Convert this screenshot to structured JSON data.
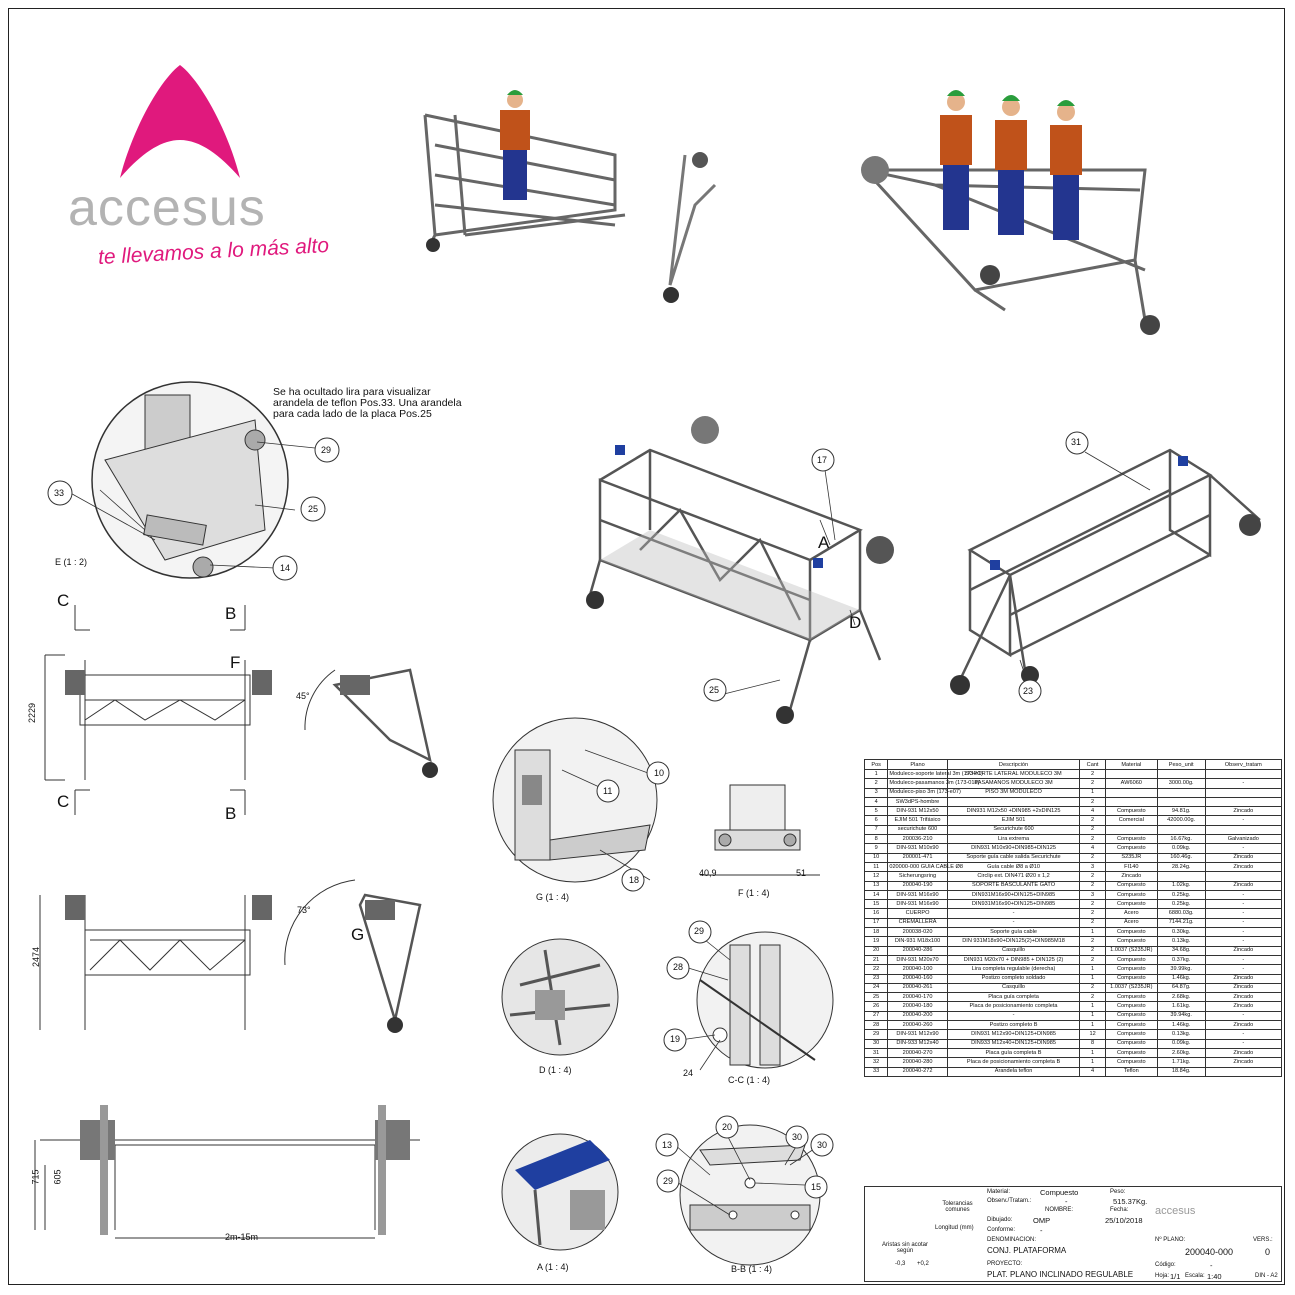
{
  "brand": {
    "name": "accesus",
    "slogan": "te llevamos a lo más alto",
    "pink": "#e0197d",
    "grey": "#b3b3b3"
  },
  "note": "Se ha ocultado lira para visualizar\narandela de teflon Pos.33. Una arandela\npara cada lado de la placa Pos.25",
  "views": {
    "e": "E (1 : 2)",
    "g": "G (1 : 4)",
    "f": "F (1 : 4)",
    "d": "D (1 : 4)",
    "cc": "C-C (1 : 4)",
    "a": "A (1 : 4)",
    "bb": "B-B (1 : 4)"
  },
  "section_marks": {
    "c": "C",
    "b": "B",
    "f": "F",
    "g": "G",
    "a": "A",
    "d": "D"
  },
  "dims": {
    "h1": "2229",
    "h2": "2474",
    "ang1": "45°",
    "ang2": "73°",
    "d715": "715",
    "d605": "605",
    "span": "2m-15m",
    "f_left": "40,9",
    "f_right": "51"
  },
  "balloons": {
    "b29": "29",
    "b25": "25",
    "b14": "14",
    "b33": "33",
    "b17": "17",
    "b31": "31",
    "b23": "23",
    "b25b": "25",
    "b10": "10",
    "b11": "11",
    "b18": "18",
    "b29c": "29",
    "b28": "28",
    "b19": "19",
    "b24": "24",
    "b13": "13",
    "b20": "20",
    "b30a": "30",
    "b30b": "30",
    "b29d": "29",
    "b15": "15"
  },
  "bom": {
    "headers": [
      "Pos",
      "Plano",
      "Descripción",
      "Cant",
      "Material",
      "Peso_unit",
      "Observ_tratam"
    ],
    "rows": [
      [
        "1",
        "Moduleco-soporte lateral 3m (173-e1)",
        "SOPORTE LATERAL MODULECO 3M",
        "2",
        "",
        "",
        ""
      ],
      [
        "2",
        "Moduleco-pasamanos 3m (173-018)",
        "PASAMANOS MODULECO 3M",
        "2",
        "AW6060",
        "3000.00g.",
        "-"
      ],
      [
        "3",
        "Moduleco-piso 3m (173-e07)",
        "PISO 3M MODULECO",
        "1",
        "",
        "",
        ""
      ],
      [
        "4",
        "SW3dPS-hombre",
        "",
        "2",
        "",
        "",
        ""
      ],
      [
        "5",
        "DIN-931 M12x50",
        "DIN931 M12x50 +DIN985 +2xDIN125",
        "4",
        "Compuesto",
        "94.81g.",
        "Zincado"
      ],
      [
        "6",
        "EJIM 501 Trifásico",
        "EJIM 501",
        "2",
        "Comercial",
        "42000.00g.",
        "-"
      ],
      [
        "7",
        "securichute 600",
        "Securichute 600",
        "2",
        "",
        "",
        ""
      ],
      [
        "8",
        "200036-210",
        "Lira extrema",
        "2",
        "Compuesto",
        "16.67kg.",
        "Galvanizado"
      ],
      [
        "9",
        "DIN-931 M10x90",
        "DIN931 M10x90+DIN985+DIN125",
        "4",
        "Compuesto",
        "0.09kg.",
        "-"
      ],
      [
        "10",
        "200001-471",
        "Soporte guía cable salida Securichute",
        "2",
        "S235JR",
        "160.46g.",
        "Zincado"
      ],
      [
        "11",
        "020000-000 GUIA CABLE Ø8",
        "Guía cable Ø8 a Ø10",
        "3",
        "FI140",
        "28.24g.",
        "Zincado"
      ],
      [
        "12",
        "Sicherungsring",
        "Circlip ext. DIN471 Ø20 x 1,2",
        "2",
        "Zincado",
        "",
        ""
      ],
      [
        "13",
        "200040-190",
        "SOPORTE BASCULANTE GATO",
        "2",
        "Compuesto",
        "1.02kg.",
        "Zincado"
      ],
      [
        "14",
        "DIN-931 M16x90",
        "DIN931M16x90+DIN125+DIN985",
        "3",
        "Compuesto",
        "0.25kg.",
        "-"
      ],
      [
        "15",
        "DIN-931 M16x90",
        "DIN931M16x90+DIN125+DIN985",
        "2",
        "Compuesto",
        "0.25kg.",
        "-"
      ],
      [
        "16",
        "CUERPO",
        "-",
        "2",
        "Acero",
        "6880.03g.",
        "-"
      ],
      [
        "17",
        "CREMALLERA",
        "-",
        "2",
        "Acero",
        "7144.21g.",
        "-"
      ],
      [
        "18",
        "200038-020",
        "Soporte guía cable",
        "1",
        "Compuesto",
        "0.30kg.",
        "-"
      ],
      [
        "19",
        "DIN-931 M18x100",
        "DIN 931M18x90+DIN125(2)+DIN985M18",
        "2",
        "Compuesto",
        "0.13kg.",
        "-"
      ],
      [
        "20",
        "200040-286",
        "Casquillo",
        "2",
        "1.0037 (S235JR)",
        "34.68g.",
        "Zincado"
      ],
      [
        "21",
        "DIN-931 M20x70",
        "DIN931 M20x70 + DIN985 + DIN125 (2)",
        "2",
        "Compuesto",
        "0.37kg.",
        "-"
      ],
      [
        "22",
        "200040-100",
        "Lira completa regulable (derecha)",
        "1",
        "Compuesto",
        "39.99kg.",
        "-"
      ],
      [
        "23",
        "200040-160",
        "Postizo completo soldado",
        "1",
        "Compuesto",
        "1.46kg.",
        "Zincado"
      ],
      [
        "24",
        "200040-261",
        "Casquillo",
        "2",
        "1.0037 (S235JR)",
        "64.87g.",
        "Zincado"
      ],
      [
        "25",
        "200040-170",
        "Placa guía completa",
        "2",
        "Compuesto",
        "2.68kg.",
        "Zincado"
      ],
      [
        "26",
        "200040-180",
        "Placa de posicionamiento completa",
        "1",
        "Compuesto",
        "1.61kg.",
        "Zincado"
      ],
      [
        "27",
        "200040-200",
        "-",
        "1",
        "Compuesto",
        "39.94kg.",
        "-"
      ],
      [
        "28",
        "200040-260",
        "Postizo completo B",
        "1",
        "Compuesto",
        "1.46kg.",
        "Zincado"
      ],
      [
        "29",
        "DIN-931 M12x90",
        "DIN931 M12x90+DIN125+DIN985",
        "12",
        "Compuesto",
        "0.13kg.",
        "-"
      ],
      [
        "30",
        "DIN-933 M12x40",
        "DIN933 M12x40+DIN125+DIN985",
        "8",
        "Compuesto",
        "0.09kg.",
        "-"
      ],
      [
        "31",
        "200040-270",
        "Placa guía completa B",
        "1",
        "Compuesto",
        "2.60kg.",
        "Zincado"
      ],
      [
        "32",
        "200040-280",
        "Placa de posicionamiento completa B",
        "1",
        "Compuesto",
        "1.71kg.",
        "Zincado"
      ],
      [
        "33",
        "200040-272",
        "Arandela teflon",
        "4",
        "Teflon",
        "18.84g.",
        ""
      ]
    ]
  },
  "titleblock": {
    "tol": "Tolerancias comunes",
    "long": "Longitud (mm)",
    "aristas": "Aristas sin acotar según",
    "tol_neg": "-0,3",
    "tol_pos": "+0,2",
    "material_l": "Material:",
    "material": "Compuesto",
    "peso_l": "Peso:",
    "peso": "515.37Kg.",
    "observ_l": "Observ./Tratam.:",
    "observ": "-",
    "nombre_l": "NOMBRE:",
    "fecha_l": "Fecha:",
    "dibujado_l": "Dibujado:",
    "dibujado": "OMP",
    "fecha": "25/10/2018",
    "conforme_l": "Conforme:",
    "conforme": "-",
    "denom_l": "DENOMINACION:",
    "denom": "CONJ. PLATAFORMA",
    "proyecto_l": "PROYECTO:",
    "proyecto": "PLAT. PLANO INCLINADO REGULABLE",
    "plano_l": "Nº PLANO:",
    "plano": "200040-000",
    "vers_l": "VERS.:",
    "vers": "0",
    "codigo_l": "Código:",
    "codigo": "-",
    "hoja_l": "Hoja:",
    "hoja": "1/1",
    "escala_l": "Escala:",
    "escala": "1:40",
    "formato": "DIN - A2",
    "brand": "accesus"
  }
}
